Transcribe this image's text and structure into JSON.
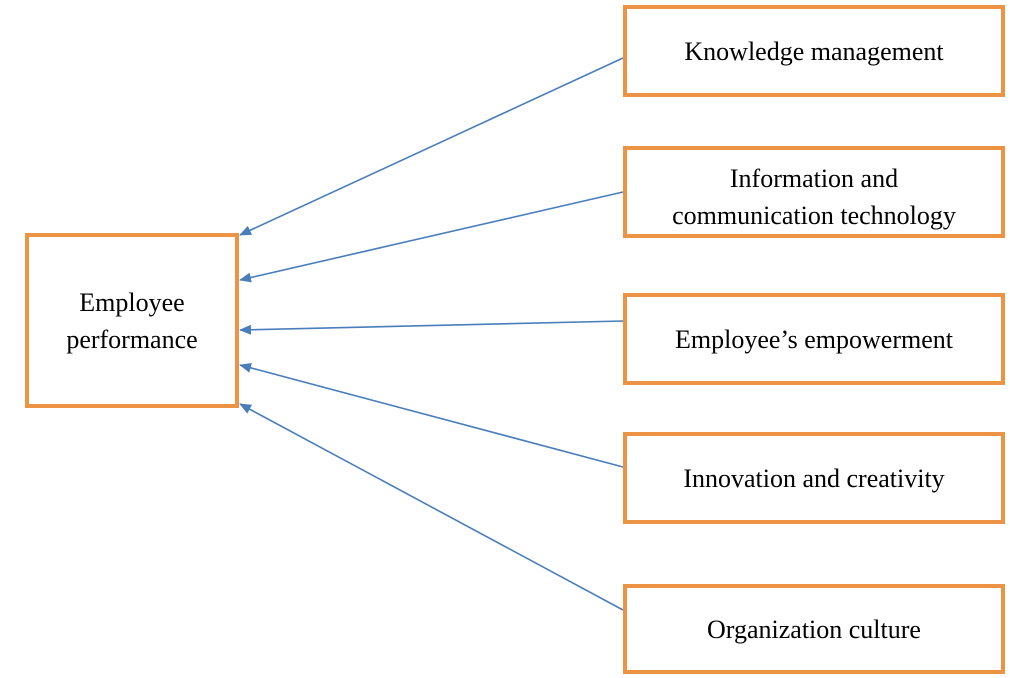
{
  "diagram": {
    "target": {
      "label": "Employee\nperformance"
    },
    "sources": [
      {
        "id": "knowledge-management",
        "label": "Knowledge management"
      },
      {
        "id": "ict",
        "label": "Information and\ncommunication technology"
      },
      {
        "id": "empowerment",
        "label": "Employee’s empowerment"
      },
      {
        "id": "innovation",
        "label": "Innovation and creativity"
      },
      {
        "id": "culture",
        "label": "Organization culture"
      }
    ],
    "colors": {
      "box_border": "#ED9344",
      "arrow": "#4A7EBB",
      "text": "#000000"
    }
  }
}
